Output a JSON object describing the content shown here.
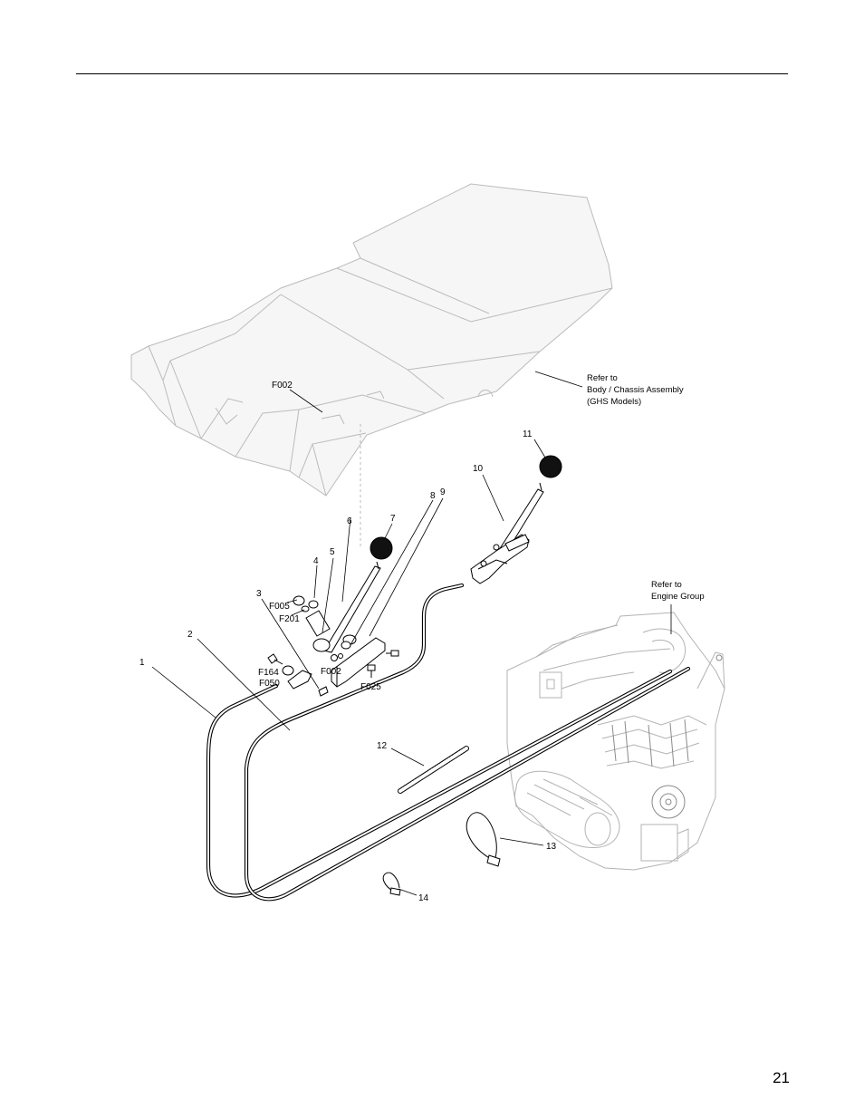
{
  "page": {
    "number": "21"
  },
  "references": {
    "body": [
      "Refer to",
      "Body / Chassis Assembly",
      "(GHS Models)"
    ],
    "engine": [
      "Refer to",
      "Engine Group"
    ]
  },
  "callouts": {
    "c1": "1",
    "c2": "2",
    "c3": "3",
    "c4": "4",
    "c5": "5",
    "c6": "6",
    "c7": "7",
    "c8": "8",
    "c9": "9",
    "c10": "10",
    "c11": "11",
    "c12": "12",
    "c13": "13",
    "c14": "14",
    "f002_top": "F002",
    "f005": "F005",
    "f201": "F201",
    "f164": "F164",
    "f050": "F050",
    "f002_mid": "F002",
    "f025": "F025"
  }
}
